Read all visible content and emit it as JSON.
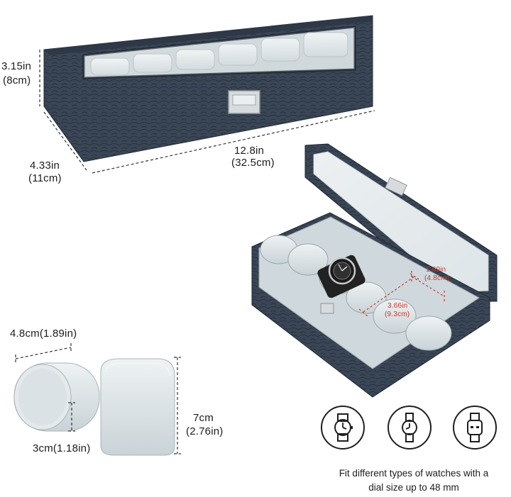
{
  "dimensions": {
    "height_in": "3.15in",
    "height_cm": "(8cm)",
    "depth_in": "4.33in",
    "depth_cm": "(11cm)",
    "length_in": "12.8in",
    "length_cm": "(32.5cm)",
    "slot_width_in": "1.89in",
    "slot_width_cm": "(4.8cm)",
    "slot_length_in": "3.66in",
    "slot_length_cm": "(9.3cm)",
    "pillow_width": "4.8cm(1.89in)",
    "pillow_height_cm": "7cm",
    "pillow_height_in": "(2.76in)",
    "pillow_depth": "3cm(1.18in)"
  },
  "icons": [
    "round-watch-icon",
    "square-watch-icon",
    "digital-watch-icon"
  ],
  "caption": {
    "line1": "Fit different types of watches with a",
    "line2": "dial size up to 48 mm"
  },
  "colors": {
    "leather": "#3a4656",
    "leather_dark": "#2a3441",
    "velvet": "#d9e1e4",
    "dimension_red": "#c0392b"
  }
}
